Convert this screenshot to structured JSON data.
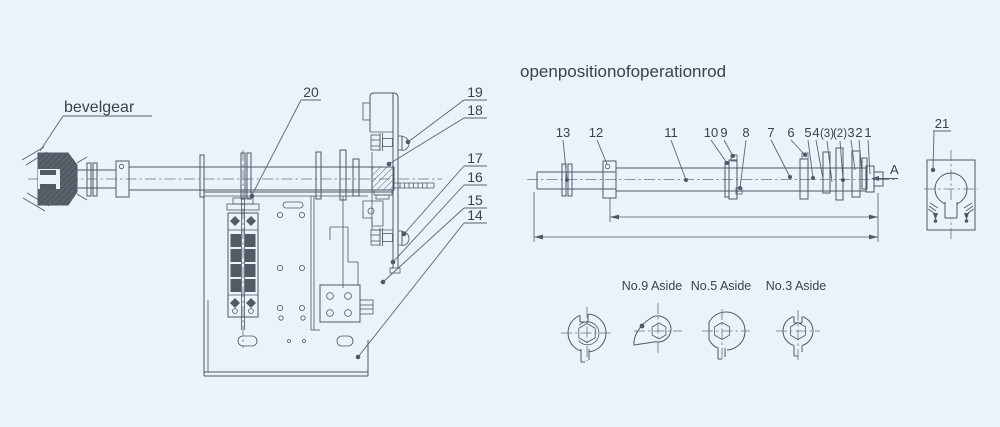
{
  "colors": {
    "background": "#eaf2fa",
    "line": "#4e5866",
    "text": "#3a424e",
    "dark_fill": "#525a64"
  },
  "left": {
    "gear_label": "bevelgear",
    "callouts": [
      "20",
      "19",
      "18",
      "17",
      "16",
      "15",
      "14"
    ]
  },
  "right": {
    "title": "openpositionofoperationrod",
    "callouts": [
      "13",
      "12",
      "11",
      "10",
      "9",
      "8",
      "7",
      "6",
      "5",
      "4",
      "(3)",
      "(2)",
      "3",
      "2",
      "1"
    ],
    "view_arrow": "A",
    "bracket_callout": "21",
    "sections": [
      "No.9 Aside",
      "No.5 Aside",
      "No.3 Aside"
    ]
  }
}
